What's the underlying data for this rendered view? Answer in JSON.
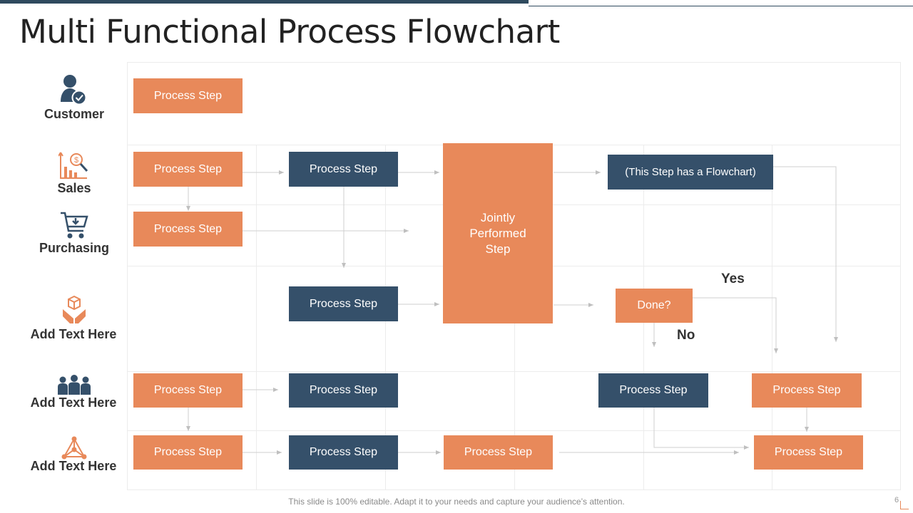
{
  "title": "Multi Functional Process Flowchart",
  "lanes": [
    {
      "label": "Customer",
      "icon": "customer-check-icon"
    },
    {
      "label": "Sales",
      "icon": "sales-chart-icon"
    },
    {
      "label": "Purchasing",
      "icon": "shopping-cart-icon"
    },
    {
      "label": "Add Text Here",
      "icon": "box-hands-icon"
    },
    {
      "label": "Add Text Here",
      "icon": "team-icon"
    },
    {
      "label": "Add Text Here",
      "icon": "network-icon"
    }
  ],
  "steps": {
    "customer_1": "Process Step",
    "sales_1": "Process Step",
    "sales_2": "Process Step",
    "purchasing_1": "Process Step",
    "lane4_1": "Process Step",
    "lane5_1": "Process Step",
    "lane5_2": "Process Step",
    "lane5_3": "Process Step",
    "lane5_4": "Process Step",
    "lane6_1": "Process Step",
    "lane6_2": "Process Step",
    "lane6_3": "Process Step",
    "lane6_4": "Process Step"
  },
  "joint_step": [
    "Jointly",
    "Performed",
    "Step"
  ],
  "flowchart_step": "(This Step has a Flowchart)",
  "decision": {
    "question": "Done?",
    "yes": "Yes",
    "no": "No"
  },
  "footer": "This slide is 100% editable. Adapt it to your needs and capture your audience’s attention.",
  "page_number": "6",
  "colors": {
    "orange": "#e8895a",
    "navy": "#35506a",
    "title_bar": "#2f4a5e"
  }
}
